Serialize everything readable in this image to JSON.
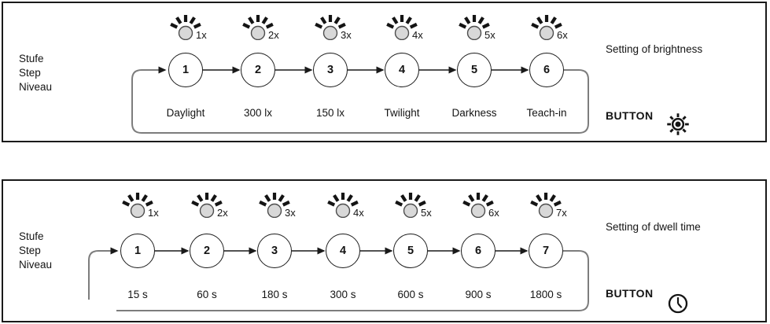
{
  "panels": [
    {
      "id": "brightness",
      "side_labels": [
        "Stufe",
        "Step",
        "Niveau"
      ],
      "title": "Setting of brightness",
      "button_label": "BUTTON",
      "button_icon": "sun-icon",
      "steps": [
        {
          "number": "1",
          "blink": "1x",
          "label": "Daylight"
        },
        {
          "number": "2",
          "blink": "2x",
          "label": "300 lx"
        },
        {
          "number": "3",
          "blink": "3x",
          "label": "150 lx"
        },
        {
          "number": "4",
          "blink": "4x",
          "label": "Twilight"
        },
        {
          "number": "5",
          "blink": "5x",
          "label": "Darkness"
        },
        {
          "number": "6",
          "blink": "6x",
          "label": "Teach-in"
        }
      ]
    },
    {
      "id": "dwell-time",
      "side_labels": [
        "Stufe",
        "Step",
        "Niveau"
      ],
      "title": "Setting of dwell time",
      "button_label": "BUTTON",
      "button_icon": "clock-icon",
      "steps": [
        {
          "number": "1",
          "blink": "1x",
          "label": "15 s"
        },
        {
          "number": "2",
          "blink": "2x",
          "label": "60 s"
        },
        {
          "number": "3",
          "blink": "3x",
          "label": "180 s"
        },
        {
          "number": "4",
          "blink": "4x",
          "label": "300 s"
        },
        {
          "number": "5",
          "blink": "5x",
          "label": "600 s"
        },
        {
          "number": "6",
          "blink": "6x",
          "label": "900 s"
        },
        {
          "number": "7",
          "blink": "7x",
          "label": "1800 s"
        }
      ]
    }
  ],
  "icons": {
    "led": "led-blink-icon",
    "brightness_button": "sun-icon",
    "dwell_button": "clock-icon"
  },
  "colors": {
    "line": "#1a1a1a",
    "loop_line": "#7d7d7d",
    "led_fill": "#d8d8d8",
    "led_stroke": "#4d4d4d",
    "background": "#ffffff"
  }
}
